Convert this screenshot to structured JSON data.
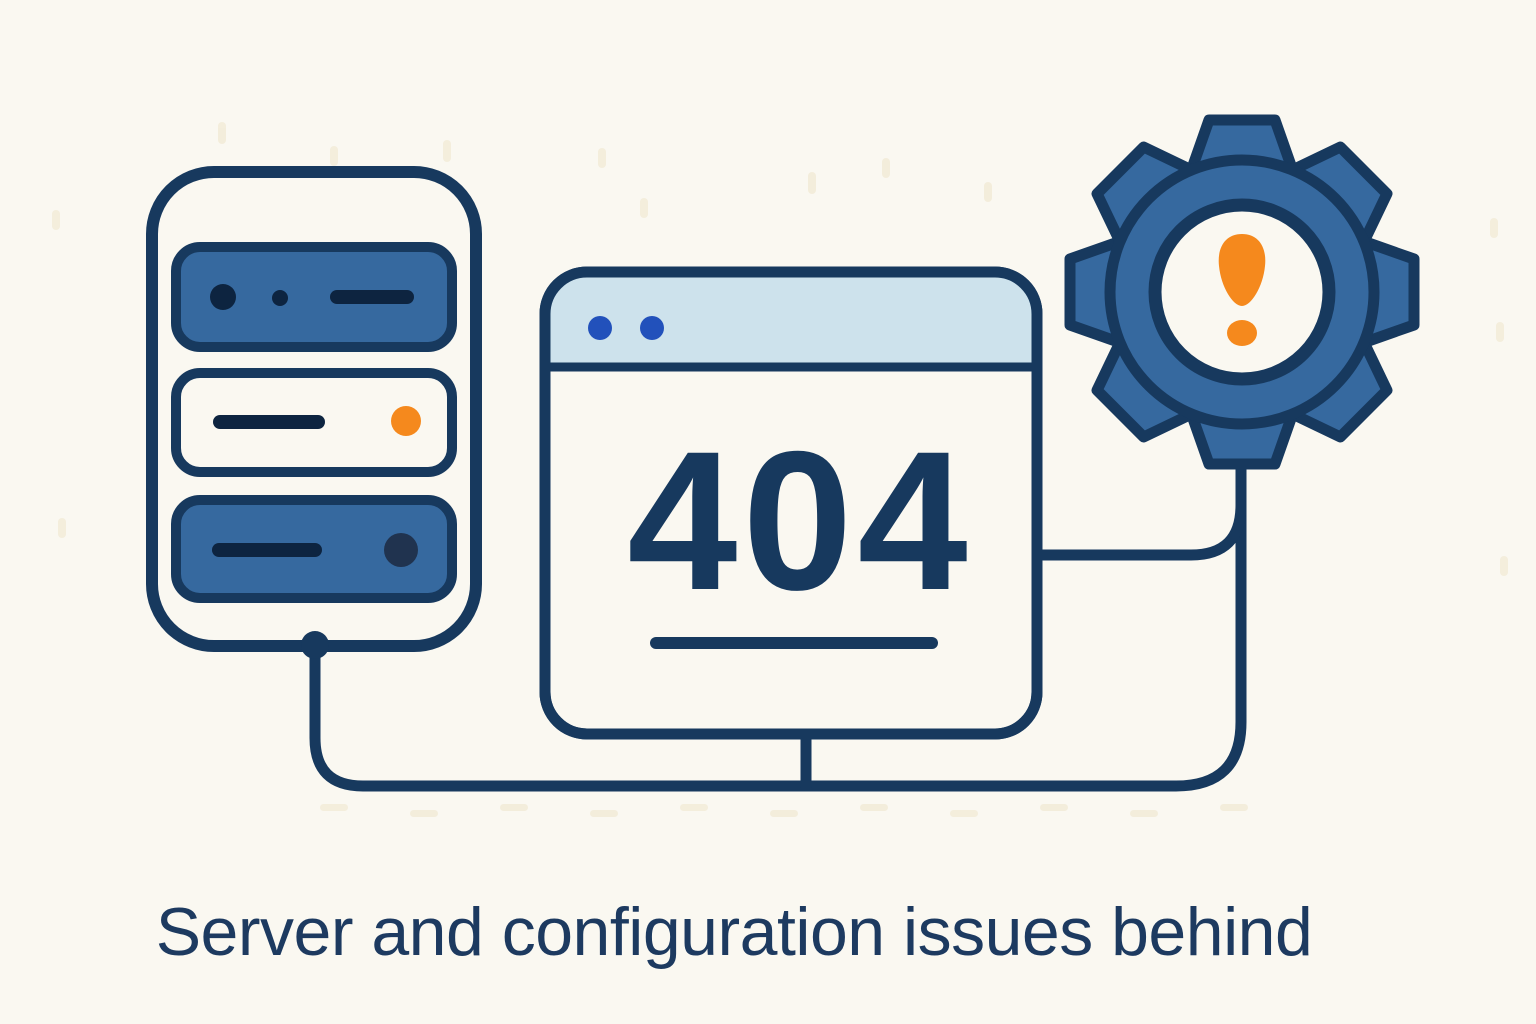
{
  "caption": "Server and configuration issues behind",
  "browser": {
    "error_code": "404",
    "titlebar_dot_count": 2
  },
  "colors": {
    "background": "#faf8f1",
    "outline_navy": "#17395e",
    "detail_dark": "#0d2440",
    "fill_blue": "#36699f",
    "accent_orange": "#f5891d",
    "titlebar_blue": "#cde2ec",
    "titlebar_dot_blue": "#2251bb",
    "caption_text": "#1d3a60",
    "speckle": "#f3ecd9",
    "slot_dark_circle": "#20334f"
  }
}
